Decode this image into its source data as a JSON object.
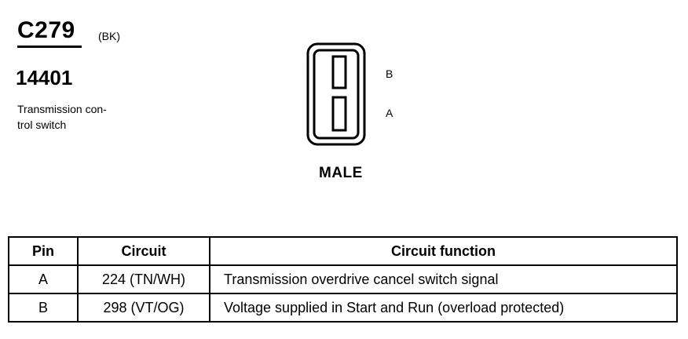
{
  "connector": {
    "id": "C279",
    "color_code": "(BK)",
    "part_number": "14401",
    "description_line1": "Transmission con-",
    "description_line2": "trol switch"
  },
  "diagram": {
    "pin_labels": [
      "B",
      "A"
    ],
    "gender": "MALE"
  },
  "pin_table": {
    "headers": [
      "Pin",
      "Circuit",
      "Circuit function"
    ],
    "rows": [
      {
        "pin": "A",
        "circuit": "224 (TN/WH)",
        "function": "Transmission overdrive cancel switch signal"
      },
      {
        "pin": "B",
        "circuit": "298 (VT/OG)",
        "function": "Voltage supplied in Start and Run (overload protected)"
      }
    ]
  }
}
